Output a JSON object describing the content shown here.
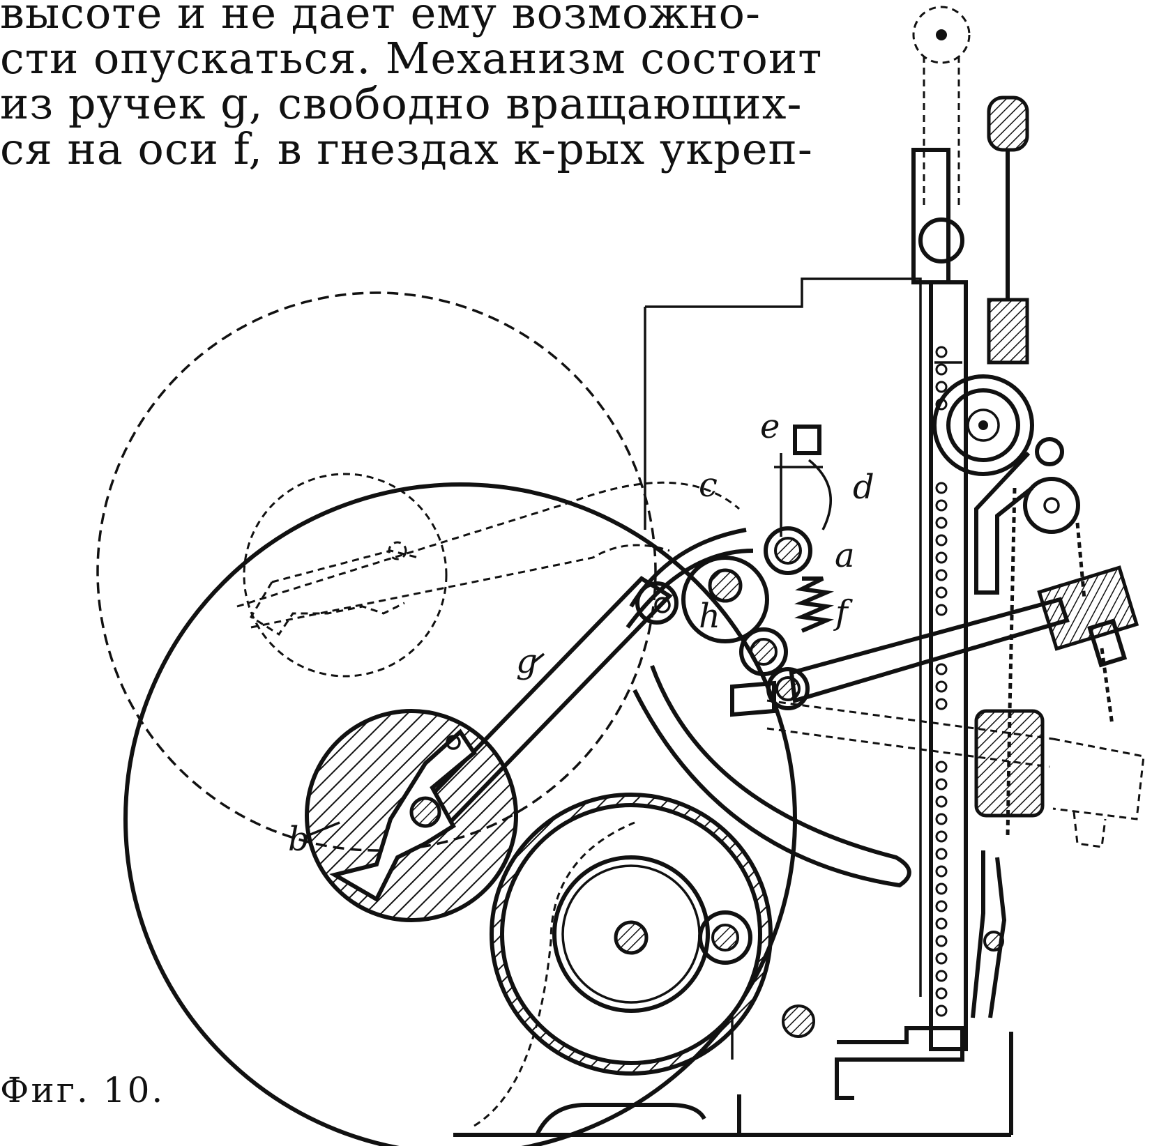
{
  "text_lines": [
    "высоте и не дает ему возможно-",
    "сти опускаться. Механизм состоит",
    "из ручек g, свободно вращающих-",
    "ся на оси f, в гнездах к-рых укреп-"
  ],
  "figure": {
    "caption": "Фиг. 10.",
    "labels": {
      "a": "a",
      "b": "b",
      "c": "c",
      "d": "d",
      "e": "e",
      "f": "f",
      "g": "g",
      "h": "h"
    }
  }
}
